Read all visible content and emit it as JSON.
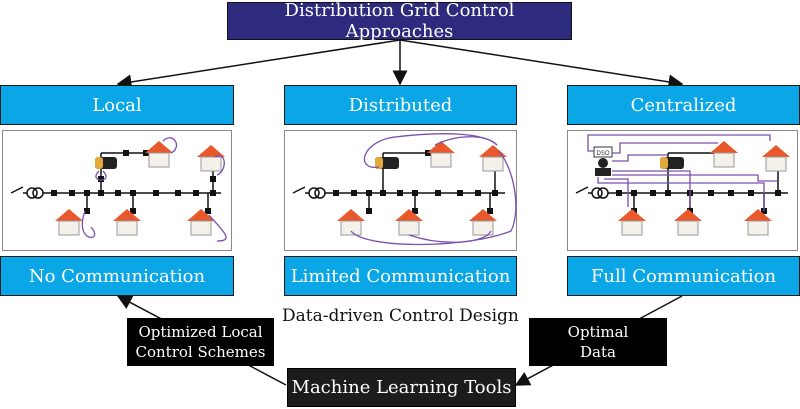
{
  "title": "Distribution Grid Control Approaches",
  "approaches": [
    {
      "label": "Local",
      "communication": "No Communication"
    },
    {
      "label": "Distributed",
      "communication": "Limited Communication"
    },
    {
      "label": "Centralized",
      "communication": "Full Communication"
    }
  ],
  "center_caption": "Data-driven Control Design",
  "left_note": {
    "line1": "Optimized Local",
    "line2": "Control Schemes"
  },
  "right_note": {
    "line1": "Optimal",
    "line2": "Data"
  },
  "ml_tools": "Machine Learning Tools",
  "dso_label": "DSO",
  "colors": {
    "title_bg": "#2e2a7e",
    "approach_bg": "#0aa6e6",
    "comm_line": "#7a4fae",
    "house_roof": "#e8582a",
    "house_wall": "#f4f0ea"
  }
}
